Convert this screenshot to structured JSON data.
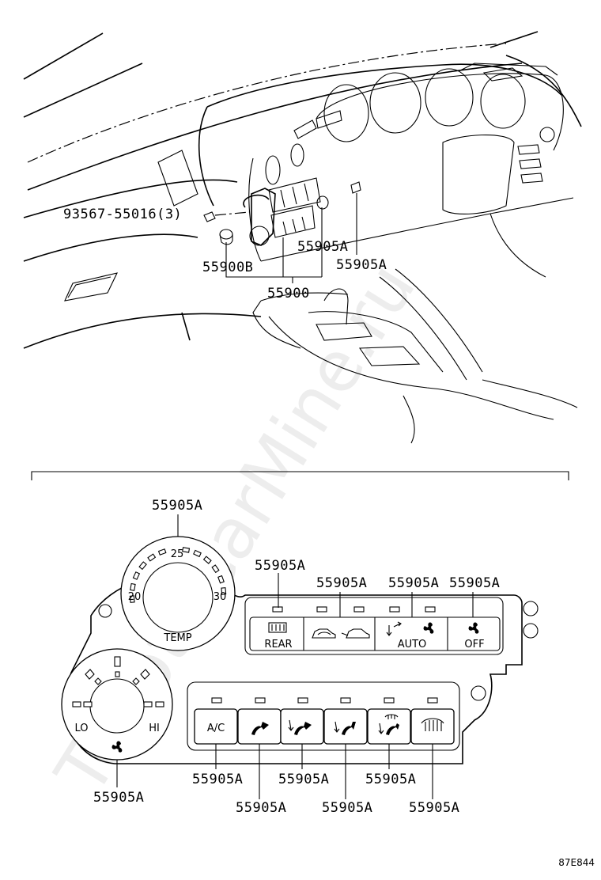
{
  "watermark": "ToyotaCarMine.ru",
  "upper": {
    "bolt_callout": "93567-55016(3)",
    "knob_left_callout": "55900B",
    "knob_right_callout": "55905A",
    "button_callout": "55905A",
    "assembly_callout": "55900"
  },
  "panel": {
    "temp_knob_callout": "55905A",
    "temp_ticks": [
      "25",
      "20",
      "30"
    ],
    "temp_caption": "TEMP",
    "rear_callout": "55905A",
    "recirc_callout": "55905A",
    "auto_callout": "55905A",
    "off_callout": "55905A",
    "top_row_buttons": [
      "REAR",
      "",
      "",
      "AUTO",
      "OFF"
    ],
    "fan_low": "LO",
    "fan_high": "HI",
    "fan_callout": "55905A",
    "bottom_row_buttons": [
      "A/C",
      "",
      "",
      "",
      "",
      ""
    ],
    "bottom_callouts": [
      "55905A",
      "55905A",
      "55905A",
      "55905A",
      "55905A",
      "55905A"
    ]
  },
  "figure_code": "87E844",
  "icons": {
    "rear_defrost": "rear-defrost-icon",
    "recirculate": "recirculate-car-icon",
    "fresh_air": "fresh-air-car-icon",
    "auto_arrows": "auto-arrows-icon",
    "fan": "fan-icon",
    "vent": "face-vent-icon",
    "bilevel": "bi-level-icon",
    "foot": "foot-icon",
    "foot_defrost": "foot-defrost-icon",
    "windshield_defrost": "windshield-defrost-icon"
  }
}
